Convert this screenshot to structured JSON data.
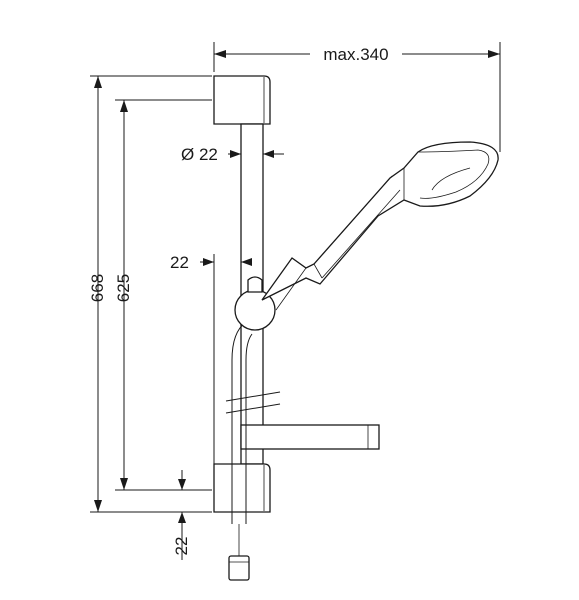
{
  "dimensions": {
    "width_max": "max.340",
    "overall_height": "668",
    "rail_height": "625",
    "rail_diameter": "Ø 22",
    "wall_offset": "22",
    "bottom_offset": "22"
  }
}
